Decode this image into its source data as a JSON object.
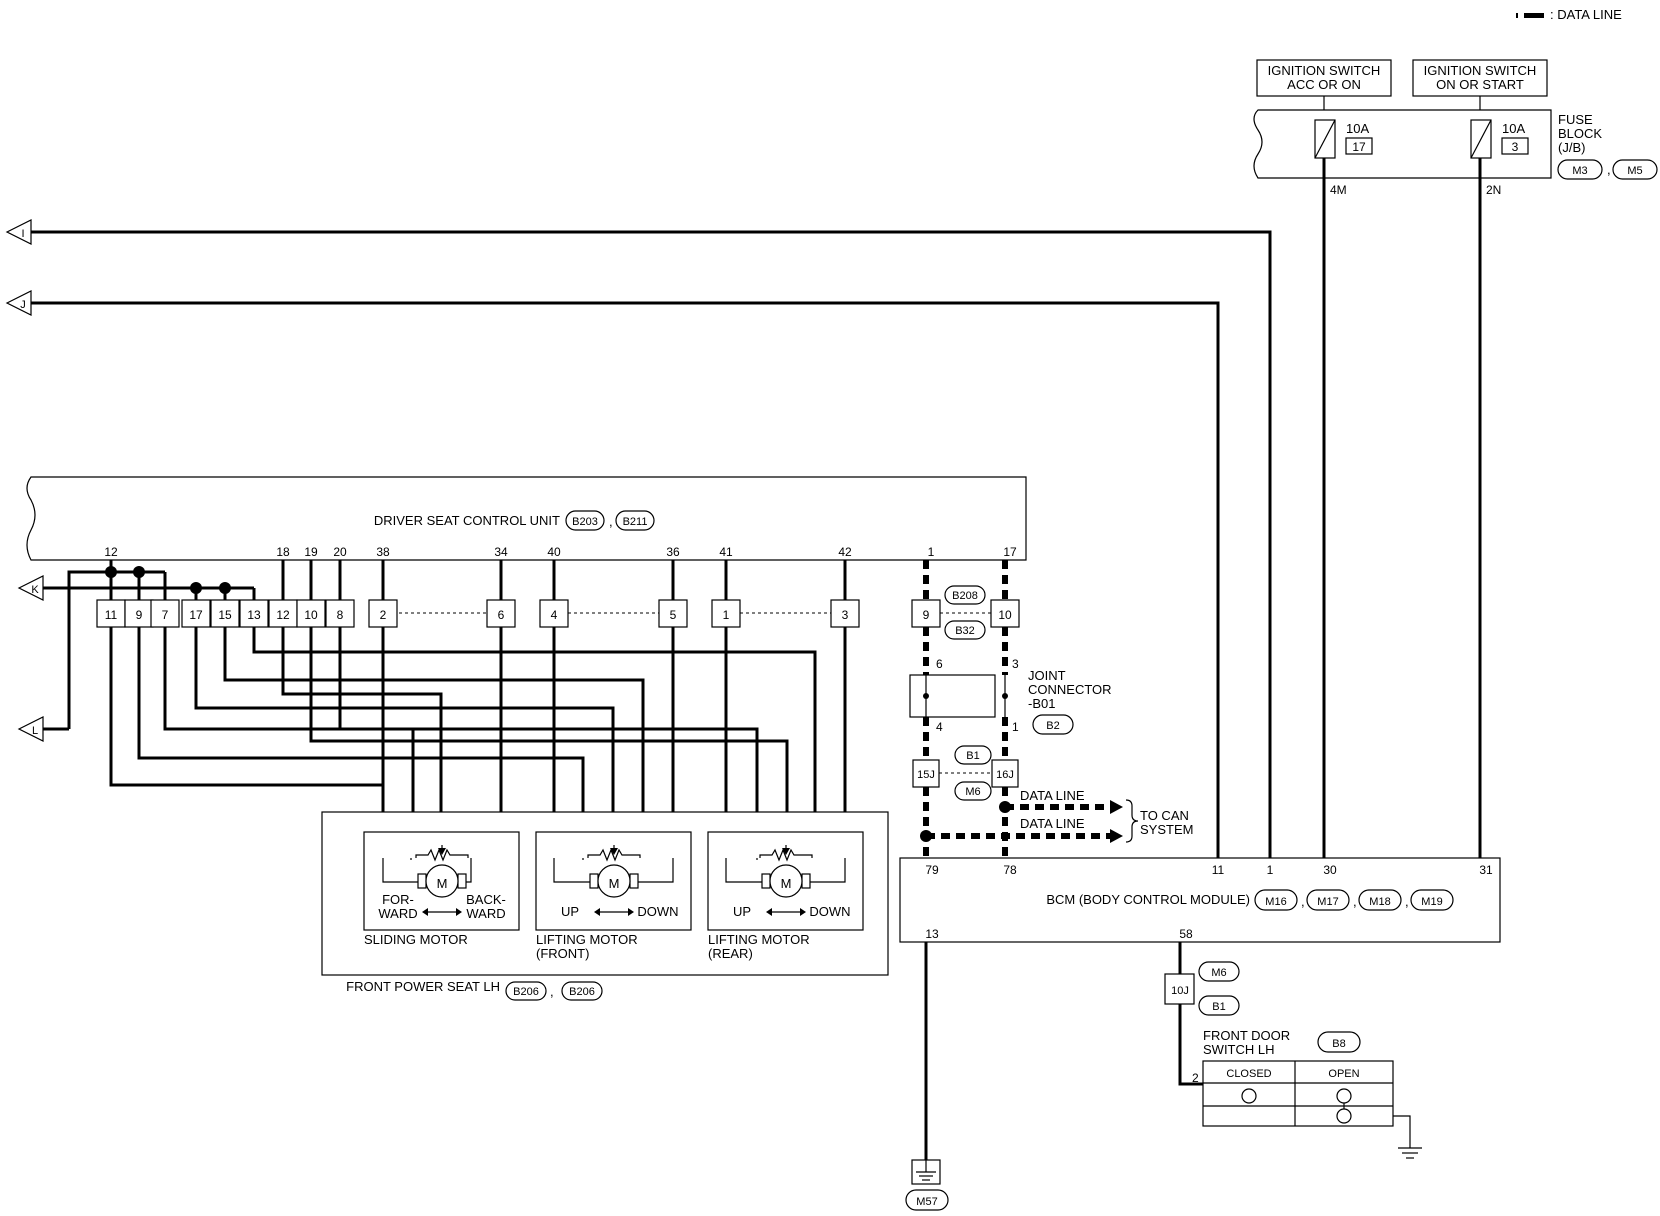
{
  "legend": {
    "data_line": ": DATA LINE"
  },
  "ignition": {
    "acc": [
      "IGNITION SWITCH",
      "ACC OR ON"
    ],
    "on": [
      "IGNITION SWITCH",
      "ON OR START"
    ]
  },
  "fuse_block": {
    "label": [
      "FUSE",
      "BLOCK",
      "(J/B)"
    ],
    "connectors": [
      "M3",
      "M5"
    ],
    "fuses": [
      {
        "amps": "10A",
        "num": "17",
        "pin": "4M"
      },
      {
        "amps": "10A",
        "num": "3",
        "pin": "2N"
      }
    ]
  },
  "offpage": [
    "I",
    "J",
    "K",
    "L"
  ],
  "dscu": {
    "title": "DRIVER SEAT CONTROL UNIT",
    "connectors": [
      "B203",
      "B211"
    ],
    "pins": [
      "12",
      "18",
      "19",
      "20",
      "38",
      "34",
      "40",
      "36",
      "41",
      "42",
      "1",
      "17"
    ]
  },
  "harness_cells": [
    "11",
    "9",
    "7",
    "17",
    "15",
    "13",
    "12",
    "10",
    "8",
    "2",
    "6",
    "4",
    "5",
    "1",
    "3",
    "9",
    "10"
  ],
  "harness_conn": [
    "B208",
    "B32"
  ],
  "joint": {
    "label": [
      "JOINT",
      "CONNECTOR",
      "-B01"
    ],
    "conn": "B2",
    "pins": [
      "6",
      "3",
      "4",
      "1"
    ]
  },
  "relay_conn": {
    "tops": [
      "B1",
      "M6"
    ],
    "cells": [
      "15J",
      "16J"
    ]
  },
  "data_lines": {
    "line1": "DATA LINE",
    "line2": "DATA LINE",
    "to_can": [
      "TO CAN",
      "SYSTEM"
    ]
  },
  "seat": {
    "title": "FRONT POWER SEAT LH",
    "connectors": [
      "B206",
      "B206"
    ],
    "motors": [
      {
        "name": [
          "SLIDING MOTOR"
        ],
        "left": [
          "FOR-",
          "WARD"
        ],
        "right": [
          "BACK-",
          "WARD"
        ]
      },
      {
        "name": [
          "LIFTING MOTOR",
          "(FRONT)"
        ],
        "left": [
          "UP"
        ],
        "right": [
          "DOWN"
        ]
      },
      {
        "name": [
          "LIFTING MOTOR",
          "(REAR)"
        ],
        "left": [
          "UP"
        ],
        "right": [
          "DOWN"
        ]
      }
    ],
    "motor_symbol": "M"
  },
  "bcm": {
    "title": "BCM (BODY CONTROL MODULE)",
    "connectors": [
      "M16",
      "M17",
      "M18",
      "M19"
    ],
    "top_pins": [
      "79",
      "78",
      "11",
      "1",
      "30",
      "31"
    ],
    "bottom_pins": [
      "13",
      "58"
    ]
  },
  "ground": {
    "conn": "M57"
  },
  "door_conn": {
    "tops": [
      "M6",
      "B1"
    ],
    "cell": "10J"
  },
  "door_switch": {
    "label": [
      "FRONT DOOR",
      "SWITCH LH"
    ],
    "conn": "B8",
    "closed": "CLOSED",
    "open": "OPEN",
    "pin": "2"
  }
}
